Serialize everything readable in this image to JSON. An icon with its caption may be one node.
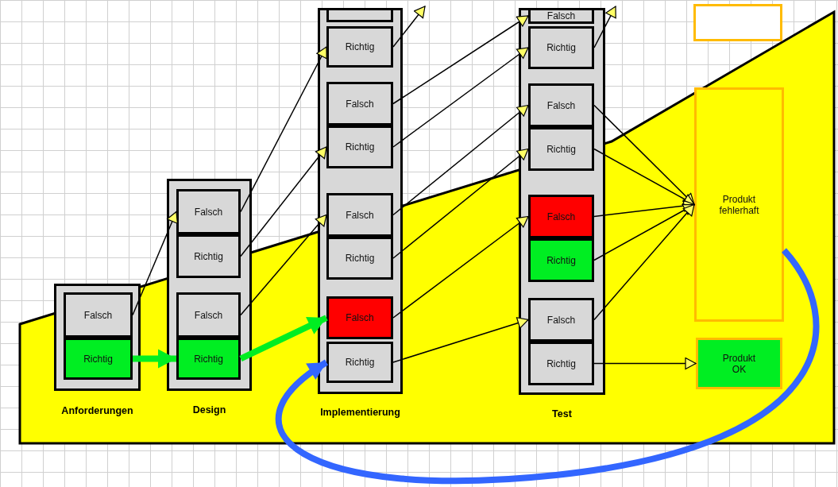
{
  "diagram": {
    "nodes": [
      {
        "text": [
          "Anforderungen"
        ]
      },
      {
        "text": [
          "Falsch"
        ],
        "in": 0
      },
      {
        "text": [
          "Richtig"
        ],
        "in": 0
      },
      {
        "text": [
          "Design"
        ]
      },
      {
        "text": [
          "Falsch"
        ],
        "in": 3
      },
      {
        "text": [
          "Richtig"
        ],
        "in": 3
      },
      {
        "text": [
          "Falsch"
        ],
        "in": 3
      },
      {
        "text": [
          "Richtig"
        ],
        "in": 3
      },
      {
        "text": [
          "Implementierung"
        ]
      },
      {
        "text": [],
        "shape": "box",
        "in": 8
      },
      {
        "text": [
          "Richtig"
        ],
        "in": 8
      },
      {
        "text": [
          "Falsch"
        ],
        "in": 8
      },
      {
        "text": [
          "Richtig"
        ],
        "in": 8
      },
      {
        "text": [
          "Falsch"
        ],
        "in": 8
      },
      {
        "text": [
          "Richtig"
        ],
        "in": 8
      },
      {
        "text": [
          "Falsch"
        ],
        "in": 8
      },
      {
        "text": [
          "Richtig"
        ],
        "in": 8
      },
      {
        "text": [
          "Test"
        ]
      },
      {
        "text": [
          "Falsch"
        ],
        "in": 17
      },
      {
        "text": [
          "Richtig"
        ],
        "in": 17
      },
      {
        "text": [
          "Falsch"
        ],
        "in": 17
      },
      {
        "text": [
          "Richtig"
        ],
        "in": 17
      },
      {
        "text": [
          "Falsch"
        ],
        "in": 17
      },
      {
        "text": [
          "Richtig"
        ],
        "in": 17
      },
      {
        "text": [
          "Falsch"
        ],
        "in": 17
      },
      {
        "text": [
          "Richtig"
        ],
        "in": 17
      },
      {
        "text": [],
        "shape": "box"
      },
      {
        "text": [
          "Produkt fehlerhaft"
        ]
      },
      {
        "text": [
          "Produkt OK"
        ]
      }
    ],
    "edges": [
      {
        "from": 1,
        "to": 4,
        "arrow": "to"
      },
      {
        "from": 2,
        "to": 7,
        "arrow": "to",
        "style": "thick",
        "color": "#00ee22"
      },
      {
        "from": 4,
        "to": 10,
        "arrow": "to"
      },
      {
        "from": 5,
        "to": 12,
        "arrow": "to"
      },
      {
        "from": 6,
        "to": 13,
        "arrow": "to"
      },
      {
        "from": 7,
        "to": 15,
        "arrow": "to",
        "style": "thick",
        "color": "#00ee22"
      },
      {
        "from": 10,
        "to": null,
        "arrow": "to"
      },
      {
        "from": 11,
        "to": 18,
        "arrow": "to"
      },
      {
        "from": 12,
        "to": 19,
        "arrow": "to"
      },
      {
        "from": 13,
        "to": 20,
        "arrow": "to"
      },
      {
        "from": 14,
        "to": 21,
        "arrow": "to"
      },
      {
        "from": 15,
        "to": 22,
        "arrow": "to"
      },
      {
        "from": 16,
        "to": 24,
        "arrow": "to"
      },
      {
        "from": 19,
        "to": null,
        "arrow": "to"
      },
      {
        "from": 20,
        "to": 27,
        "arrow": "to"
      },
      {
        "from": 21,
        "to": 27,
        "arrow": "to"
      },
      {
        "from": 22,
        "to": 27,
        "arrow": "to"
      },
      {
        "from": 23,
        "to": 27,
        "arrow": "to"
      },
      {
        "from": 24,
        "to": 27,
        "arrow": "to"
      },
      {
        "from": 25,
        "to": 28,
        "arrow": "to"
      },
      {
        "from": 27,
        "to": 16,
        "arrow": "to",
        "style": "thick",
        "color": "#3366ff"
      }
    ]
  }
}
